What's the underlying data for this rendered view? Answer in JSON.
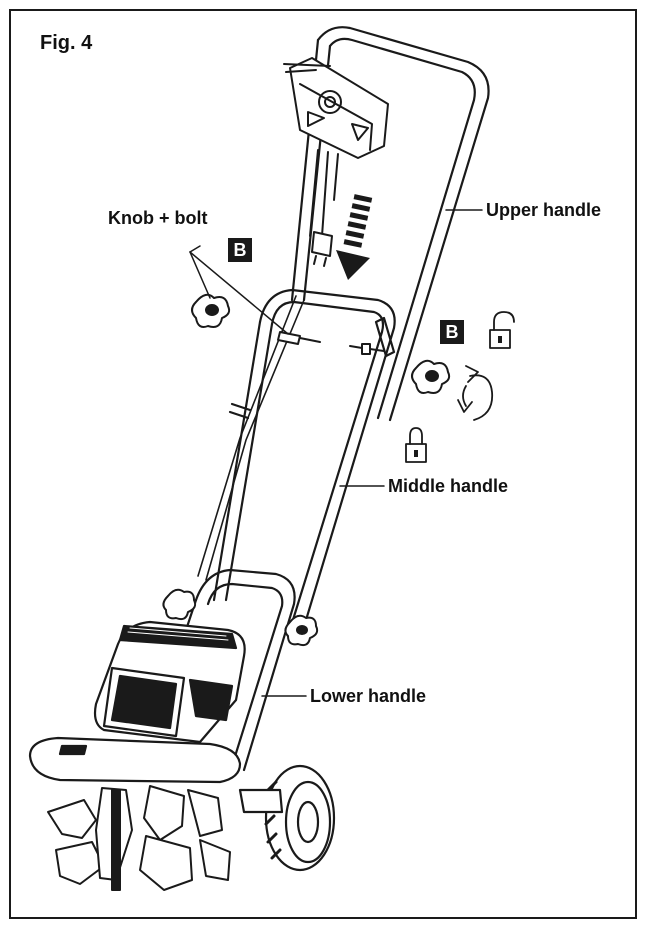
{
  "figure": {
    "title": "Fig. 4"
  },
  "labels": {
    "knob_bolt": "Knob + bolt",
    "upper_handle": "Upper handle",
    "middle_handle": "Middle handle",
    "lower_handle": "Lower handle"
  },
  "badges": {
    "left": "B",
    "right": "B"
  },
  "colors": {
    "line": "#1a1a1a",
    "badge_bg": "#1a1a1a",
    "badge_text": "#ffffff"
  },
  "icons": [
    "lock-open-icon",
    "lock-closed-icon",
    "rotate-arrows-icon",
    "down-arrow-icon",
    "star-knob-icon"
  ]
}
